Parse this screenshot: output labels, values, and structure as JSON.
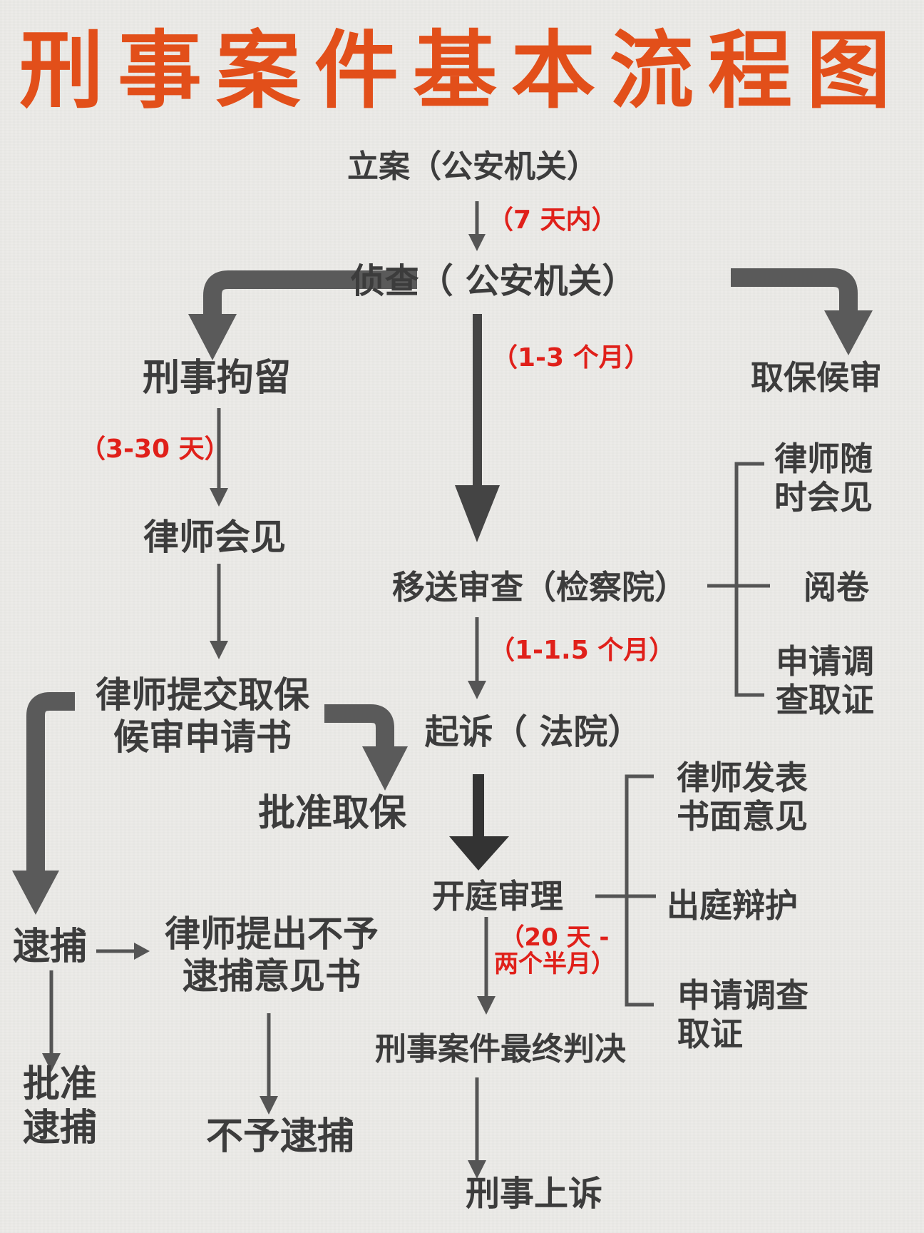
{
  "title": "刑事案件基本流程图",
  "colors": {
    "title": "#e24f1a",
    "text": "#3c3c3c",
    "duration": "#e0201a",
    "arrow": "#5a5a5a",
    "bg": "#ecebe8"
  },
  "nodes": {
    "filing": "立案（公安机关）",
    "investigation": "侦查（ 公安机关）",
    "detention": "刑事拘留",
    "bail_top": "取保候审",
    "lawyer_meeting": "律师会见",
    "lawyer_bail_app_line1": "律师提交取保",
    "lawyer_bail_app_line2": "候审申请书",
    "approve_bail": "批准取保",
    "arrest": "逮捕",
    "lawyer_no_arrest_line1": "律师提出不予",
    "lawyer_no_arrest_line2": "逮捕意见书",
    "approve_arrest_line1": "批准",
    "approve_arrest_line2": "逮捕",
    "no_arrest": "不予逮捕",
    "review": "移送审查（检察院）",
    "prosecution": "起诉（ 法院）",
    "trial": "开庭审理",
    "final_judgment": "刑事案件最终判决",
    "appeal": "刑事上诉"
  },
  "side_review": {
    "meet_line1": "律师随",
    "meet_line2": "时会见",
    "read_files": "阅卷",
    "investigate_line1": "申请调",
    "investigate_line2": "查取证"
  },
  "side_trial": {
    "opinion_line1": "律师发表",
    "opinion_line2": "书面意见",
    "defense": "出庭辩护",
    "investigate_line1": "申请调查",
    "investigate_line2": "取证"
  },
  "durations": {
    "filing_to_investigation": "（7 天内）",
    "investigation_to_review": "（1-3 个月）",
    "detention_to_meeting": "（3-30 天）",
    "review_to_prosecution": "（1-1.5 个月）",
    "trial_line1": "（20 天 -",
    "trial_line2": "两个半月）"
  }
}
